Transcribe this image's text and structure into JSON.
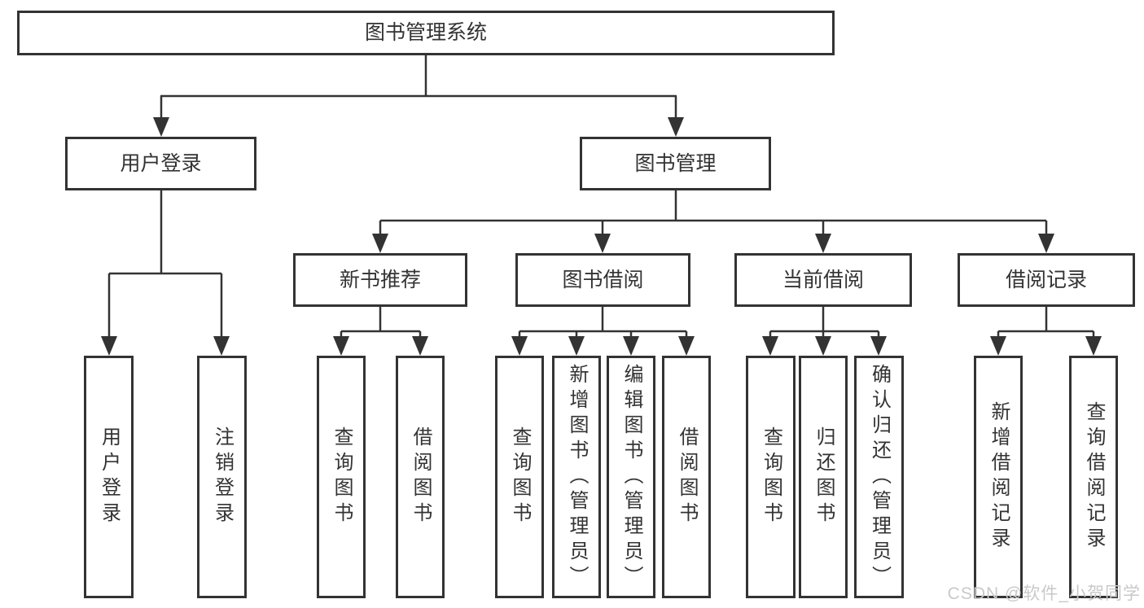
{
  "diagram": {
    "title": "图书管理系统",
    "root": {
      "label": "图书管理系统"
    },
    "level2": [
      {
        "label": "用户登录"
      },
      {
        "label": "图书管理"
      }
    ],
    "level3": [
      {
        "label": "新书推荐",
        "parent": "图书管理"
      },
      {
        "label": "图书借阅",
        "parent": "图书管理"
      },
      {
        "label": "当前借阅",
        "parent": "图书管理"
      },
      {
        "label": "借阅记录",
        "parent": "图书管理"
      }
    ],
    "leaves": [
      {
        "label": "用户登录",
        "parent": "用户登录"
      },
      {
        "label": "注销登录",
        "parent": "用户登录"
      },
      {
        "label": "查询图书",
        "parent": "新书推荐"
      },
      {
        "label": "借阅图书",
        "parent": "新书推荐"
      },
      {
        "label": "查询图书",
        "parent": "图书借阅"
      },
      {
        "label": "新增图书（管理员）",
        "parent": "图书借阅"
      },
      {
        "label": "编辑图书（管理员）",
        "parent": "图书借阅"
      },
      {
        "label": "借阅图书",
        "parent": "图书借阅"
      },
      {
        "label": "查询图书",
        "parent": "当前借阅"
      },
      {
        "label": "归还图书",
        "parent": "当前借阅"
      },
      {
        "label": "确认归还（管理员）",
        "parent": "当前借阅"
      },
      {
        "label": "新增借阅记录",
        "parent": "借阅记录"
      },
      {
        "label": "查询借阅记录",
        "parent": "借阅记录"
      }
    ]
  },
  "watermark": {
    "text": "CSDN @软件_小贺同学"
  },
  "colors": {
    "line": "#333333",
    "text": "#333333",
    "background": "#ffffff",
    "watermark": "#c9c9c9"
  }
}
